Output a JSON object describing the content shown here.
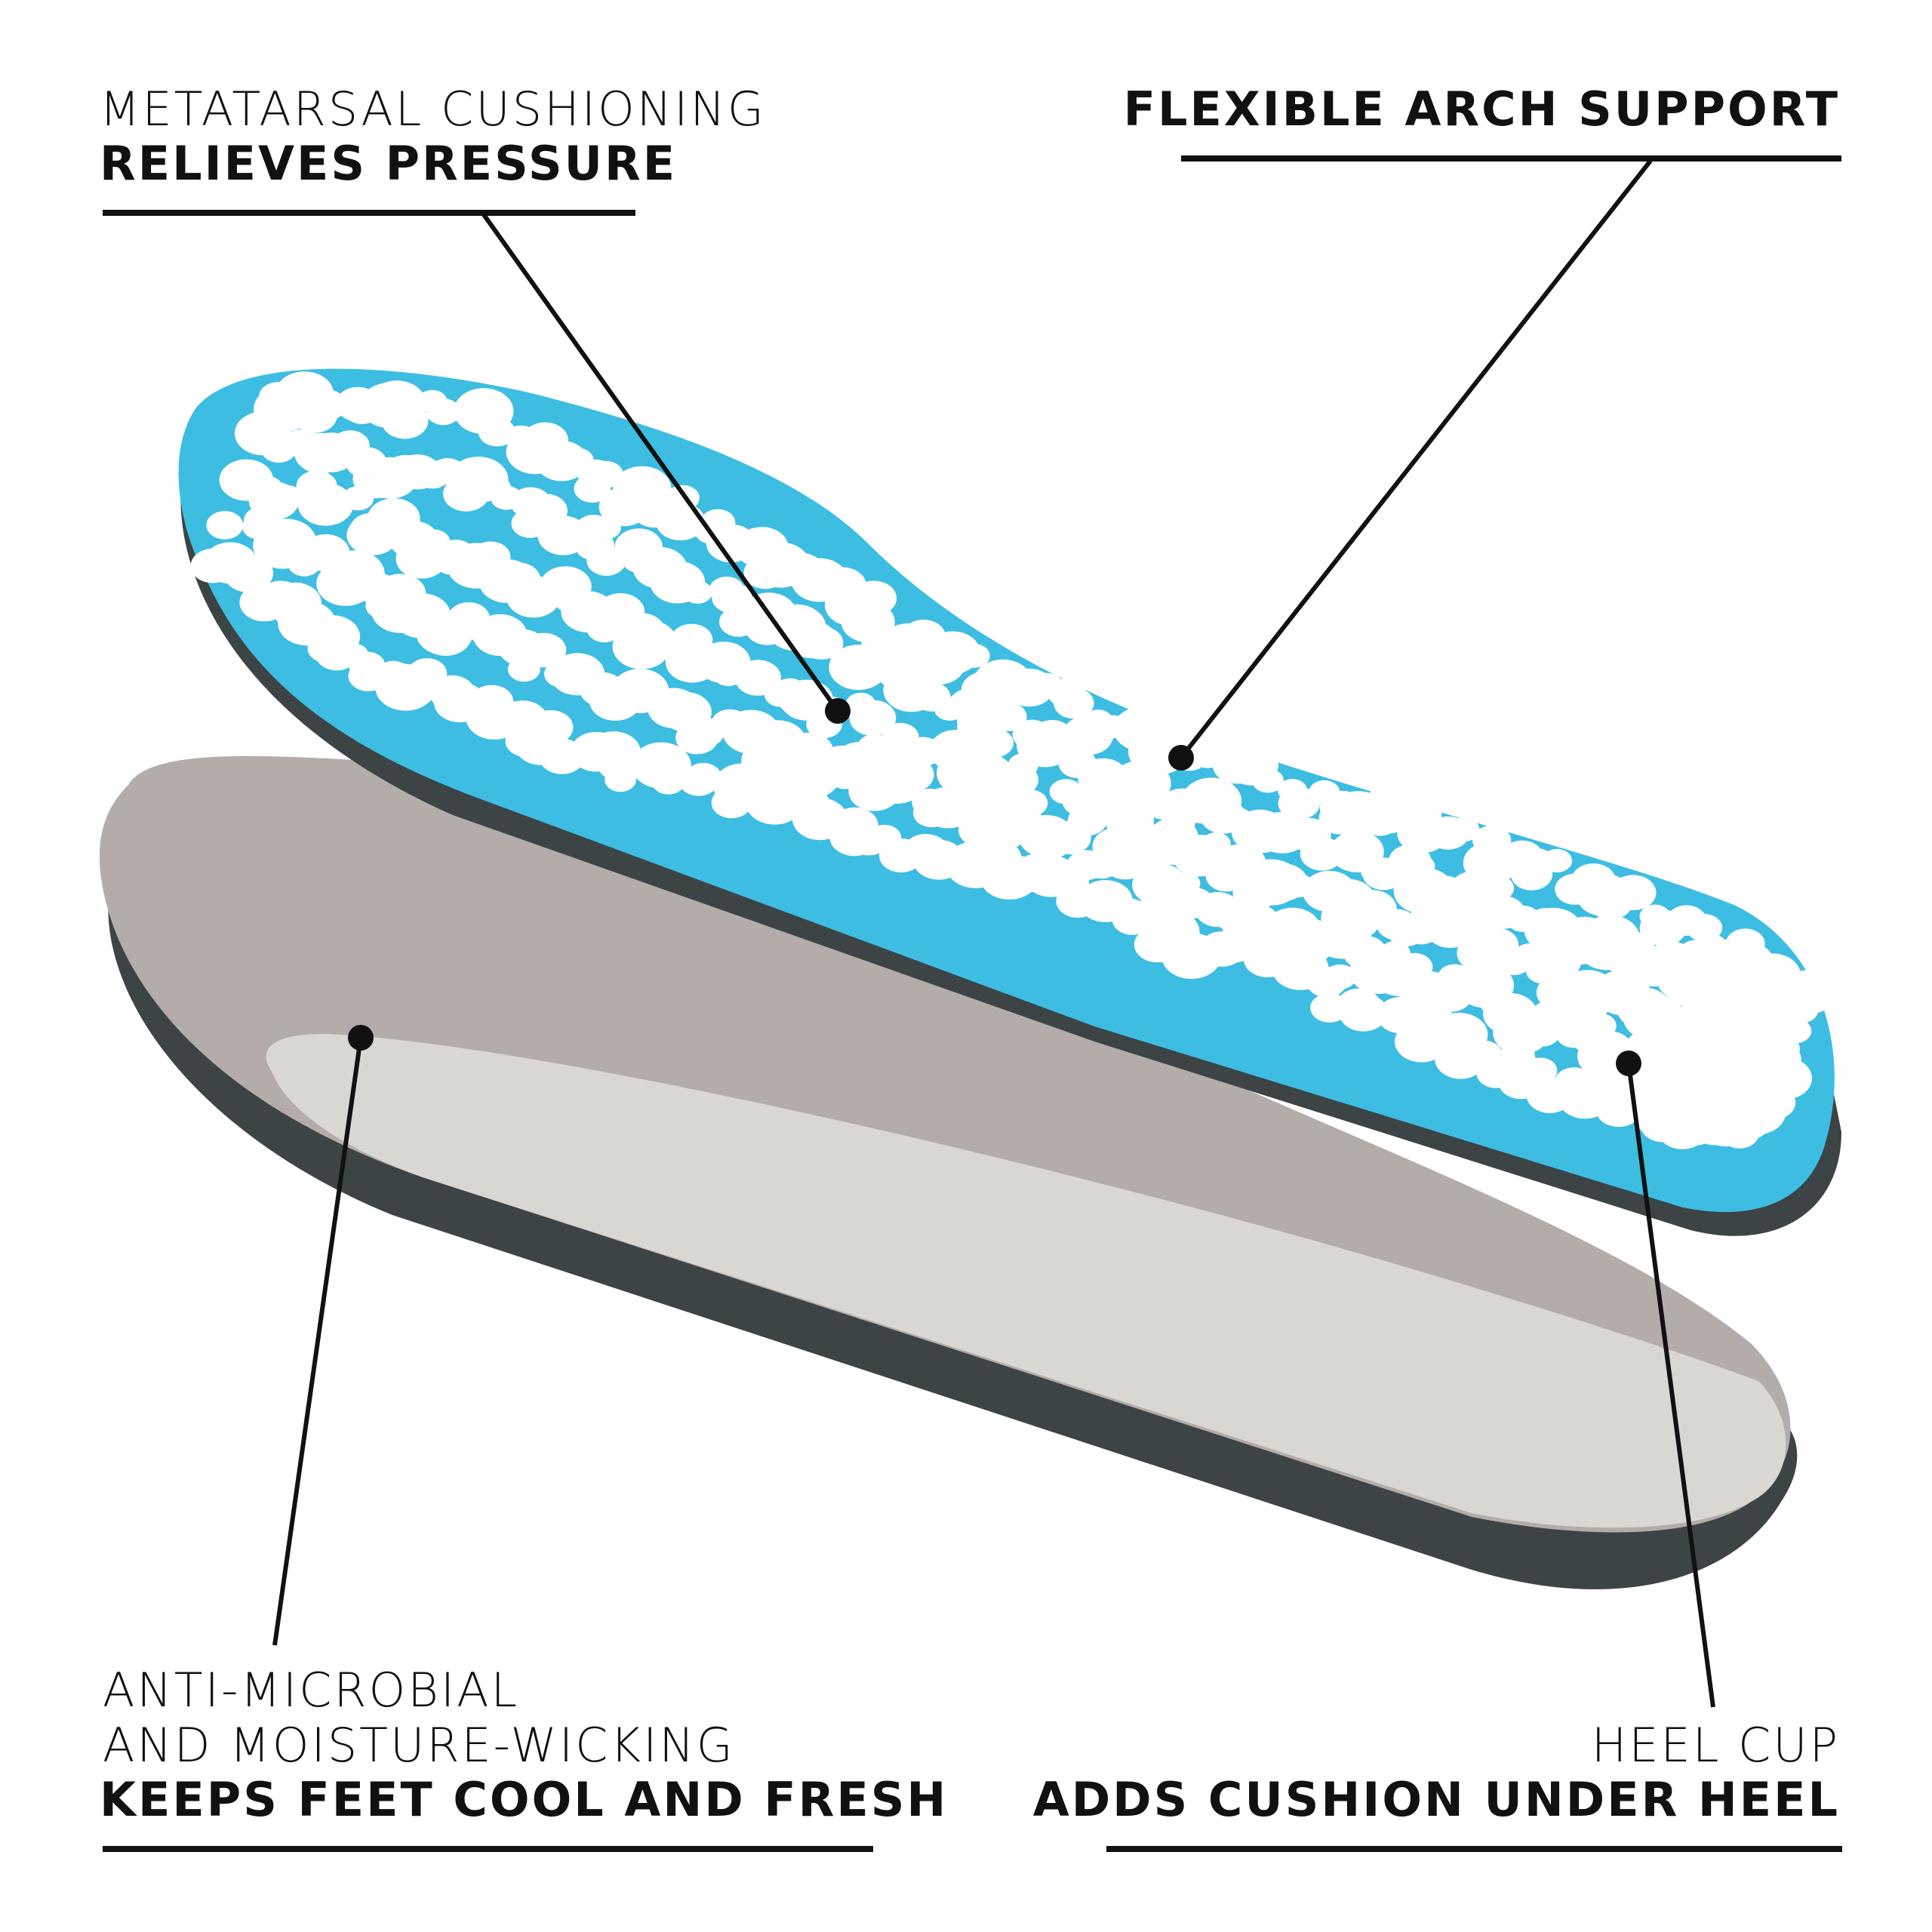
{
  "callouts": {
    "metatarsal": {
      "line1": "METATARSAL CUSHIONING",
      "line2": "RELIEVES PRESSURE"
    },
    "arch": {
      "line1": "FLEXIBLE ARCH SUPPORT"
    },
    "antimicrobial": {
      "line1": "ANTI-MICROBIAL",
      "line2": "AND MOISTURE-WICKING",
      "line3": "KEEPS FEET COOL AND FRESH"
    },
    "heel": {
      "line1": "HEEL CUP",
      "line2": "ADDS CUSHION UNDER HEEL"
    }
  },
  "colors": {
    "gel_blue": "#3dbde2",
    "insole_gray": "#b3aca8",
    "insole_light": "#d9d7d1",
    "edge_dark": "#3c4446",
    "ink": "#111111"
  }
}
